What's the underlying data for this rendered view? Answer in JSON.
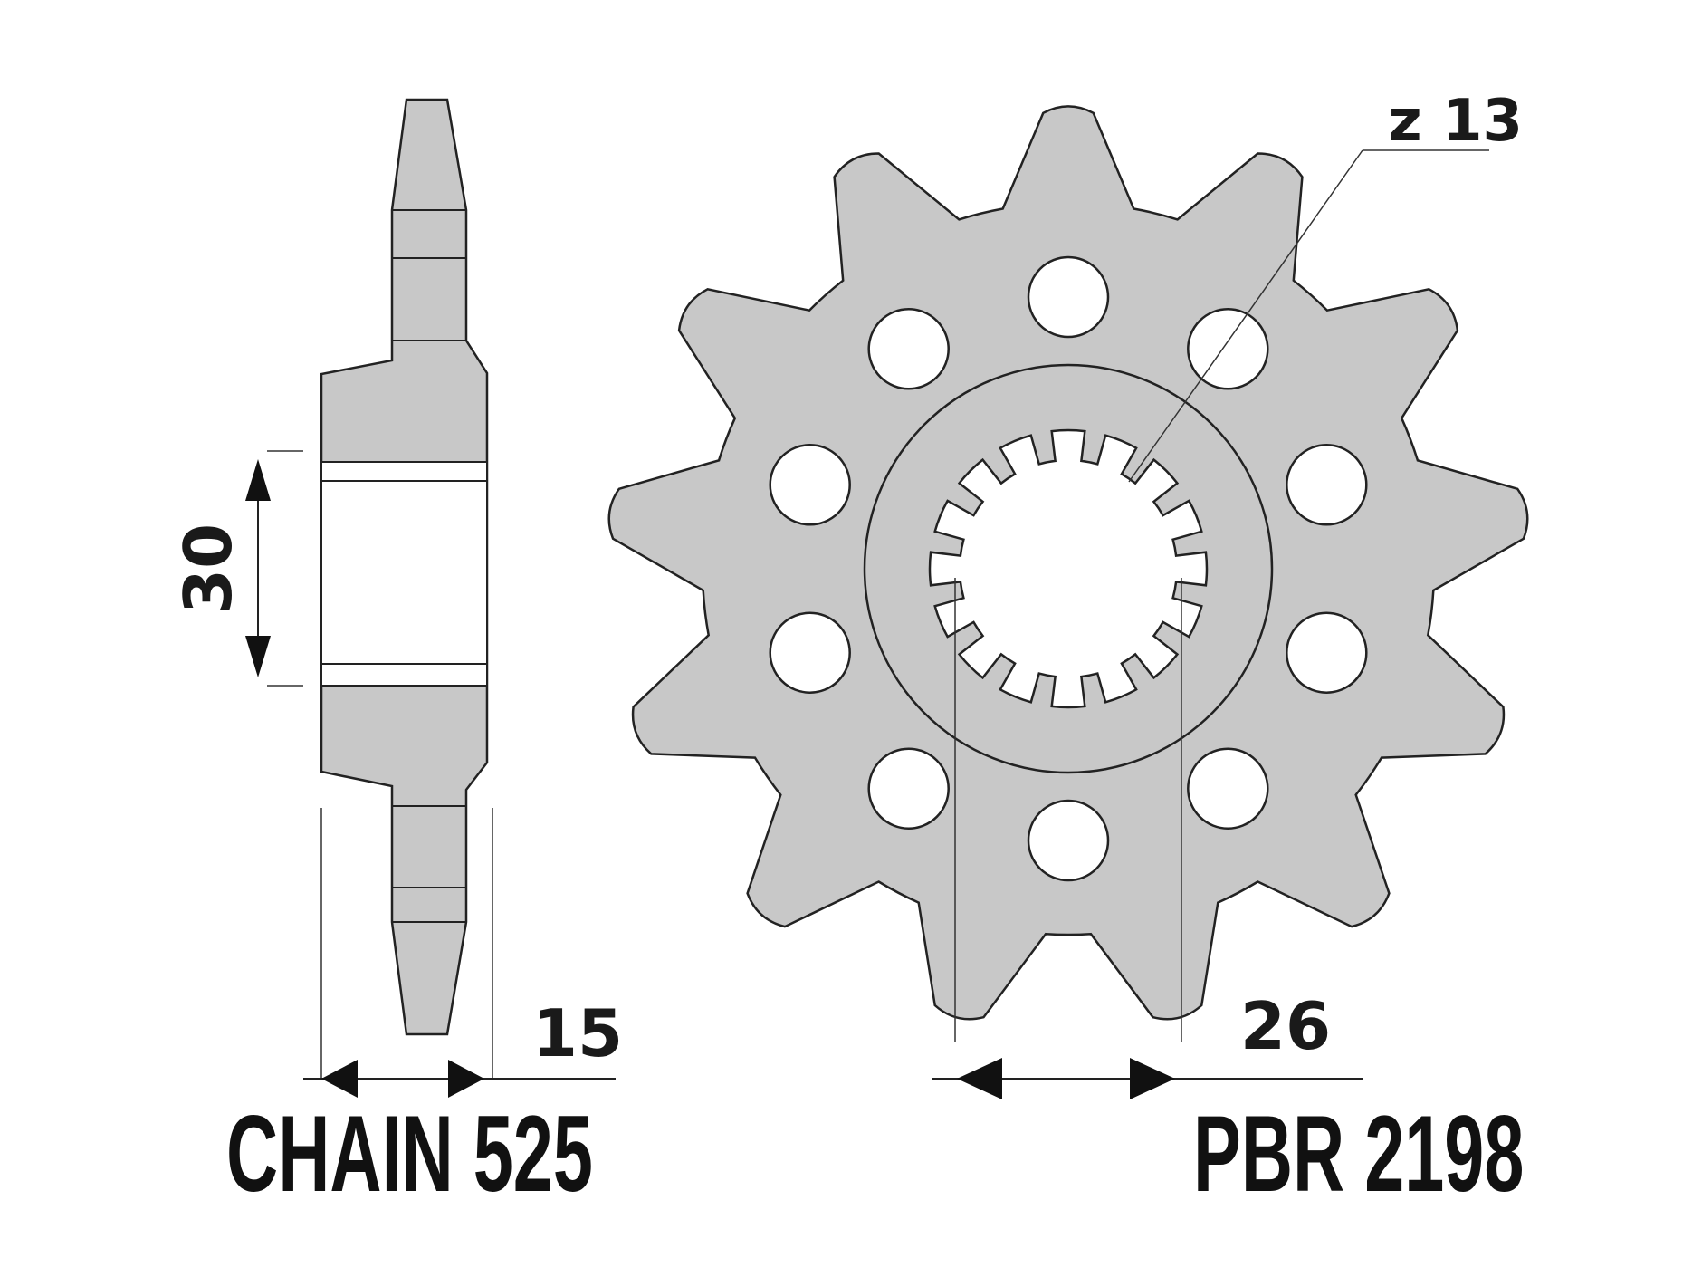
{
  "labels": {
    "hub_width": "30",
    "tooth_width": "15",
    "spline_diameter": "26",
    "teeth_count": "z 13",
    "chain": "CHAIN 525",
    "part_number": "PBR 2198"
  },
  "sprocket": {
    "teeth": 13,
    "bolt_holes": 10,
    "spline_notches": 16
  },
  "colors": {
    "fill": "#c8c8c8",
    "outline": "#222222",
    "text": "#1a1a1a"
  }
}
